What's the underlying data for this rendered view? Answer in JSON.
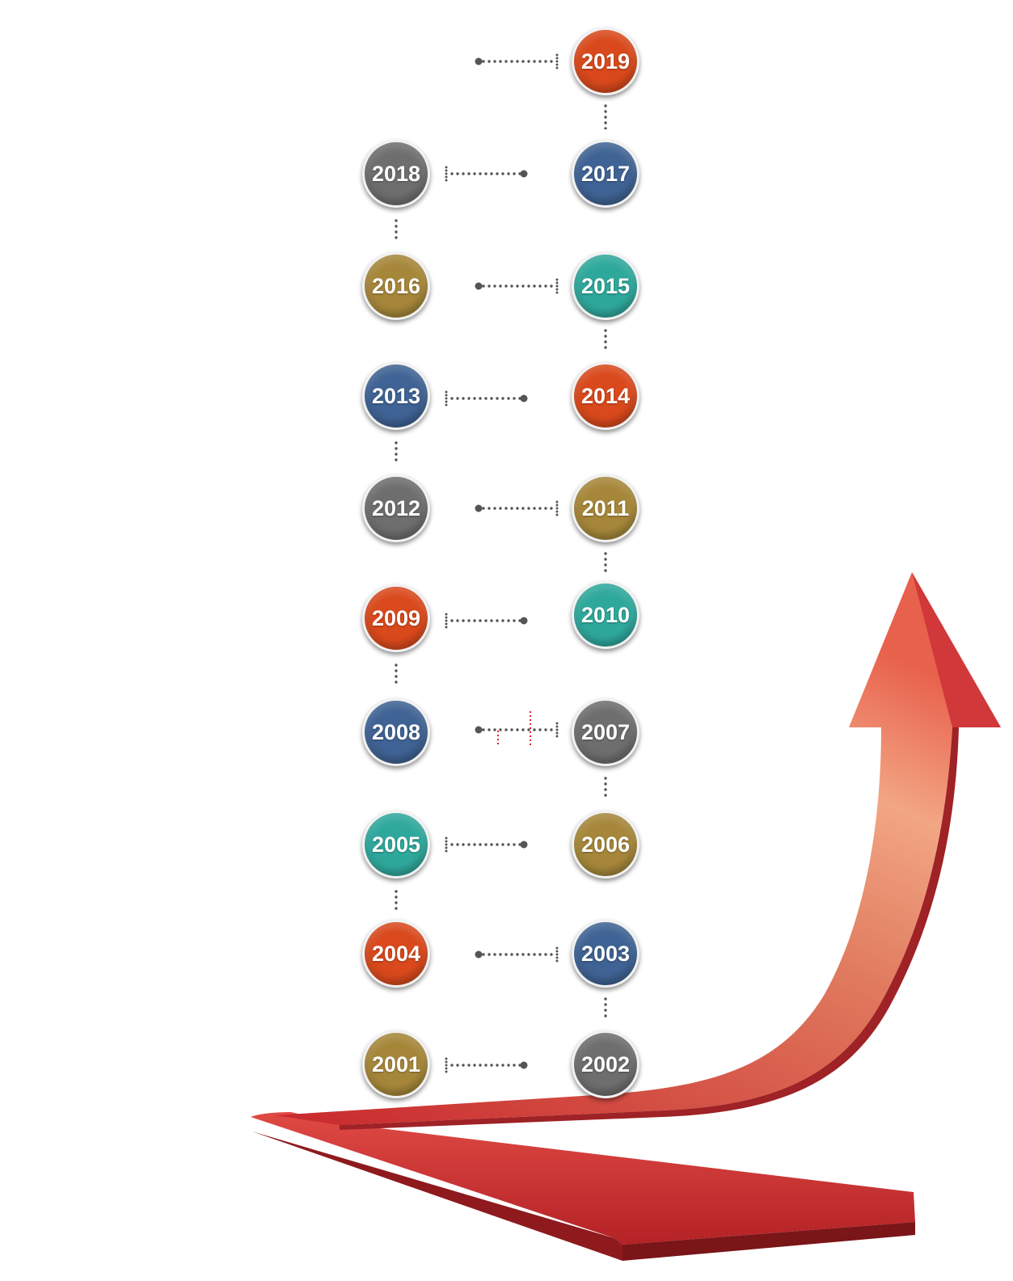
{
  "colors": {
    "orange": "#d9491c",
    "blue": "#3f6394",
    "gray": "#6e6e6e",
    "gold": "#a6873a",
    "teal": "#2fa89c",
    "connector": "#555555",
    "arrow_red": "#d0383a",
    "arrow_light": "#f0a080"
  },
  "milestones": [
    {
      "year": "2019",
      "color": "orange"
    },
    {
      "year": "2018",
      "color": "gray"
    },
    {
      "year": "2017",
      "color": "blue"
    },
    {
      "year": "2016",
      "color": "gold"
    },
    {
      "year": "2015",
      "color": "teal"
    },
    {
      "year": "2014",
      "color": "orange"
    },
    {
      "year": "2013",
      "color": "blue"
    },
    {
      "year": "2012",
      "color": "gray"
    },
    {
      "year": "2011",
      "color": "gold"
    },
    {
      "year": "2010",
      "color": "teal"
    },
    {
      "year": "2009",
      "color": "orange"
    },
    {
      "year": "2008",
      "color": "blue"
    },
    {
      "year": "2007",
      "color": "gray"
    },
    {
      "year": "2006",
      "color": "gold"
    },
    {
      "year": "2005",
      "color": "teal"
    },
    {
      "year": "2004",
      "color": "orange"
    },
    {
      "year": "2003",
      "color": "blue"
    },
    {
      "year": "2002",
      "color": "gray"
    },
    {
      "year": "2001",
      "color": "gold"
    }
  ]
}
